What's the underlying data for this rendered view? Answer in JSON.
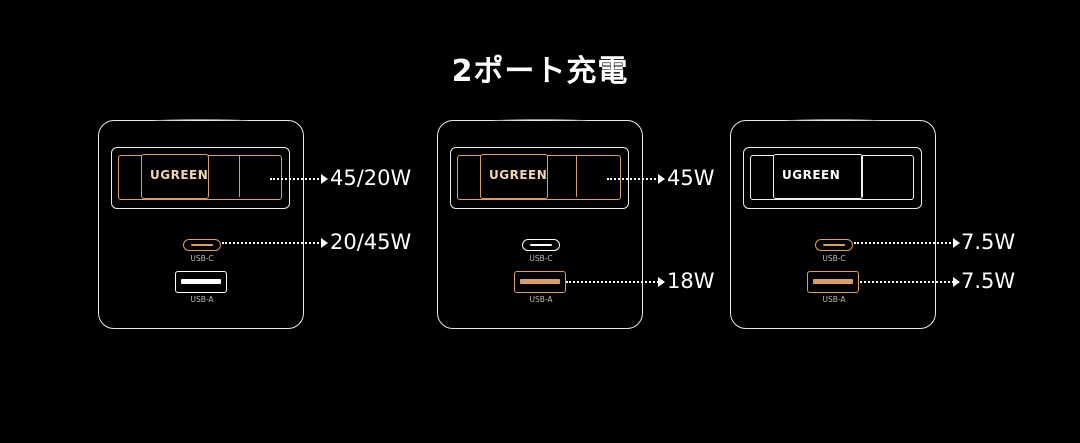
{
  "title": "2ポート充電",
  "devices": [
    {
      "brand": "UGREEN",
      "usb_c_label": "USB-C",
      "usb_a_label": "USB-A",
      "cable_output": "45/20W",
      "usb_c_output": "20/45W",
      "active": [
        "cable",
        "usb_c"
      ]
    },
    {
      "brand": "UGREEN",
      "usb_c_label": "USB-C",
      "usb_a_label": "USB-A",
      "cable_output": "45W",
      "usb_a_output": "18W",
      "active": [
        "cable",
        "usb_a"
      ]
    },
    {
      "brand": "UGREEN",
      "usb_c_label": "USB-C",
      "usb_a_label": "USB-A",
      "usb_c_output": "7.5W",
      "usb_a_output": "7.5W",
      "active": [
        "usb_c",
        "usb_a"
      ]
    }
  ],
  "colors": {
    "accent": "#d9a064",
    "background": "#000000",
    "line": "#ffffff"
  }
}
